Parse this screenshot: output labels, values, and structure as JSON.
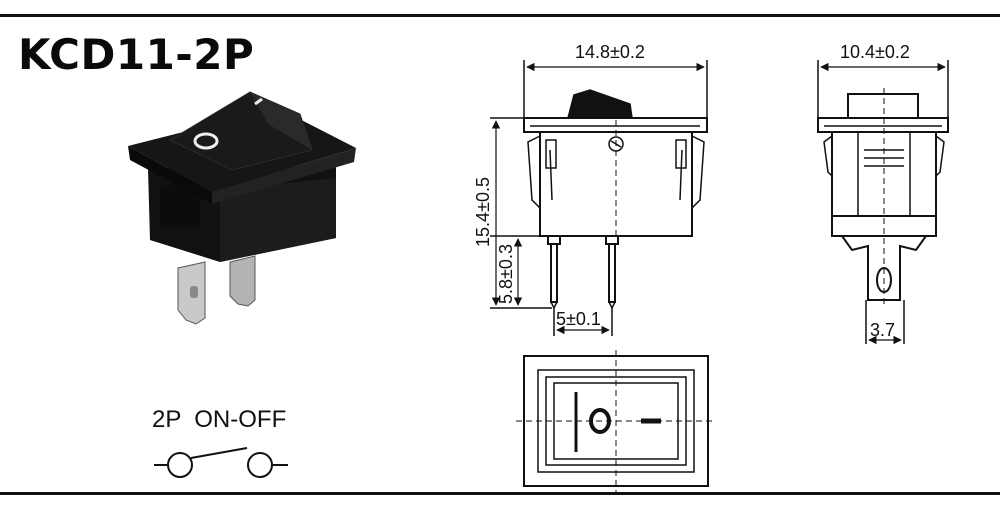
{
  "title": "KCD11-2P",
  "circuit_label": "2P  ON-OFF",
  "dimensions": {
    "front_width": "14.8±0.2",
    "side_width": "10.4±0.2",
    "total_height": "15.4±0.5",
    "pin_length": "5.8±0.3",
    "pin_pitch": "5±0.1",
    "pin_width": "3.7"
  },
  "switch_marks": {
    "on": "I",
    "off": "O"
  },
  "colors": {
    "frame": "#111111",
    "switch_body": "#151515",
    "pin_metal": "#c9c9c9"
  }
}
